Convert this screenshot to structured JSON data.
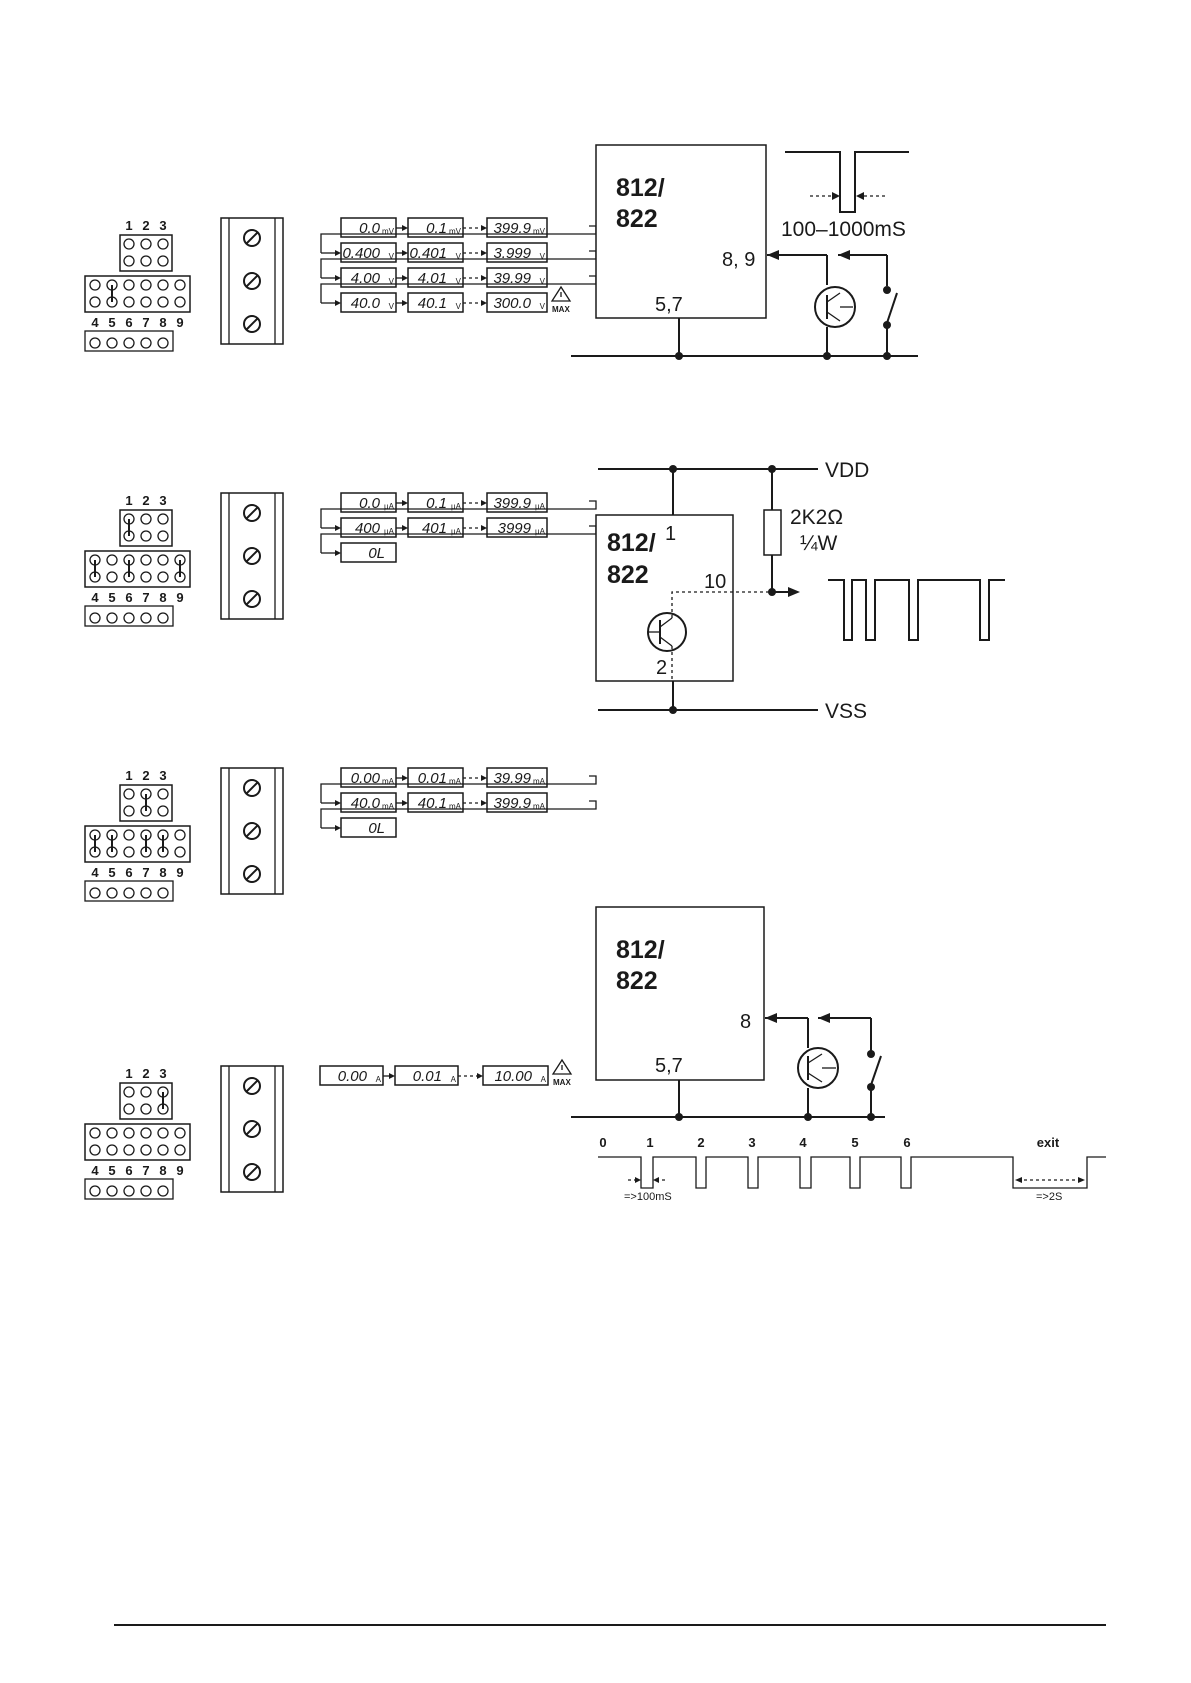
{
  "jumper_numbers_top": [
    "1",
    "2",
    "3"
  ],
  "jumper_numbers_bottom": [
    "4",
    "5",
    "6",
    "7",
    "8",
    "9"
  ],
  "display_rows": {
    "voltage": [
      [
        "0.0",
        "mV",
        "0.1",
        "mV",
        "399.9",
        "mV"
      ],
      [
        "0.400",
        "V",
        "0.401",
        "V",
        "3.999",
        "V"
      ],
      [
        "4.00",
        "V",
        "4.01",
        "V",
        "39.99",
        "V"
      ],
      [
        "40.0",
        "V",
        "40.1",
        "V",
        "300.0",
        "V"
      ]
    ],
    "microamp": [
      [
        "0.0",
        "µA",
        "0.1",
        "µA",
        "399.9",
        "µA"
      ],
      [
        "400",
        "µA",
        "401",
        "µA",
        "3999",
        "µA"
      ],
      [
        "0L"
      ]
    ],
    "milliamp": [
      [
        "0.00",
        "mA",
        "0.01",
        "mA",
        "39.99",
        "mA"
      ],
      [
        "40.0",
        "mA",
        "40.1",
        "mA",
        "399.9",
        "mA"
      ],
      [
        "0L"
      ]
    ],
    "amp": [
      [
        "0.00",
        "A",
        "0.01",
        "A",
        "10.00",
        "A"
      ]
    ]
  },
  "max_label": "MAX",
  "circuit1": {
    "model": [
      "812/",
      "822"
    ],
    "pins_input": "8, 9",
    "pins_ground": "5,7",
    "pulse_width": "100–1000mS"
  },
  "circuit2": {
    "model": [
      "812/",
      "822"
    ],
    "vdd": "VDD",
    "vss": "VSS",
    "pin1": "1",
    "pin2": "2",
    "pin10": "10",
    "resistor": "2K2Ω",
    "resistor_power": "¼W"
  },
  "circuit3": {
    "model": [
      "812/",
      "822"
    ],
    "pins_input": "8",
    "pins_ground": "5,7"
  },
  "timing": {
    "labels": [
      "0",
      "1",
      "2",
      "3",
      "4",
      "5",
      "6",
      "exit"
    ],
    "min_pulse": "=>100mS",
    "exit_time": "=>2S"
  }
}
